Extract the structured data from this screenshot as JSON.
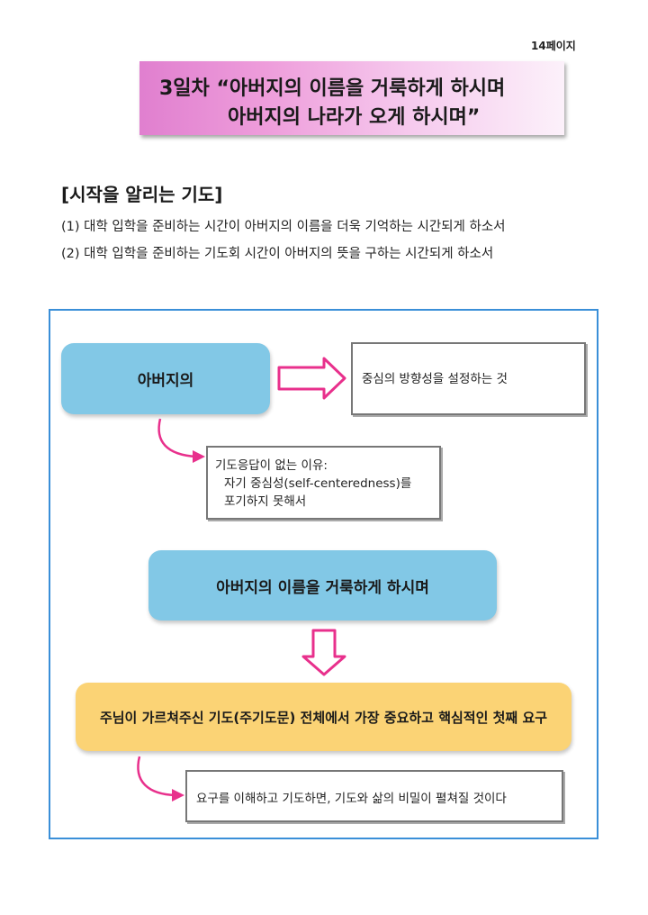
{
  "page_number": "14페이지",
  "title": {
    "line1": "3일차 “아버지의 이름을 거룩하게 하시며",
    "line2": "아버지의 나라가 오게 하시며”"
  },
  "section": {
    "heading": "[시작을 알리는 기도]",
    "items": [
      "(1) 대학 입학을 준비하는 시간이 아버지의 이름을 더욱 기억하는 시간되게 하소서",
      "(2) 대학 입학을 준비하는 기도회 시간이 아버지의 뜻을 구하는 시간되게 하소서"
    ]
  },
  "diagram": {
    "father_label": "아버지의",
    "direction_note": "중심의 방향성을 설정하는 것",
    "reason_note": {
      "line1": "기도응답이 없는 이유:",
      "line2": "자기 중심성(self-centeredness)를",
      "line3": "포기하지 못해서"
    },
    "name_label": "아버지의 이름을 거룩하게 하시며",
    "first_request_label": "주님이 가르쳐주신 기도(주기도문) 전체에서 가장 중요하고 핵심적인 첫째 요구",
    "secret_note": "요구를 이해하고 기도하면, 기도와 삶의 비밀이 펼쳐질 것이다"
  },
  "colors": {
    "frame_border": "#3a8fd8",
    "blue_pill": "#82c8e6",
    "orange_pill": "#fbd375",
    "arrow": "#e8308c"
  }
}
